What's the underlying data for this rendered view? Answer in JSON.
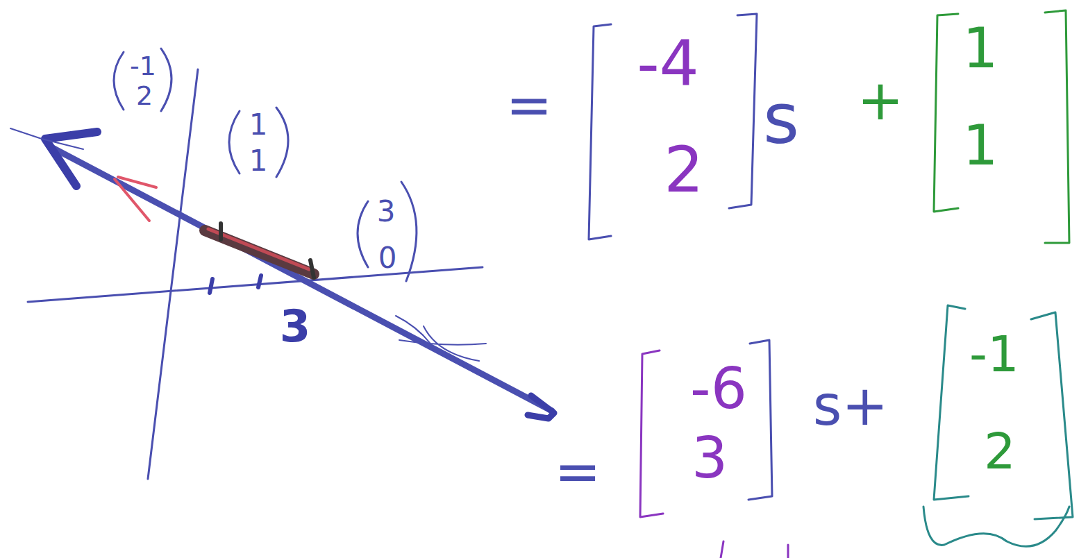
{
  "diagram": {
    "labels": [
      "-1",
      "2",
      "1",
      "1",
      "3",
      "0",
      "3",
      "=",
      "-4",
      "2",
      "s",
      "+",
      "1",
      "1",
      "=",
      "-6",
      "3",
      "s+",
      "-1",
      "2"
    ]
  }
}
